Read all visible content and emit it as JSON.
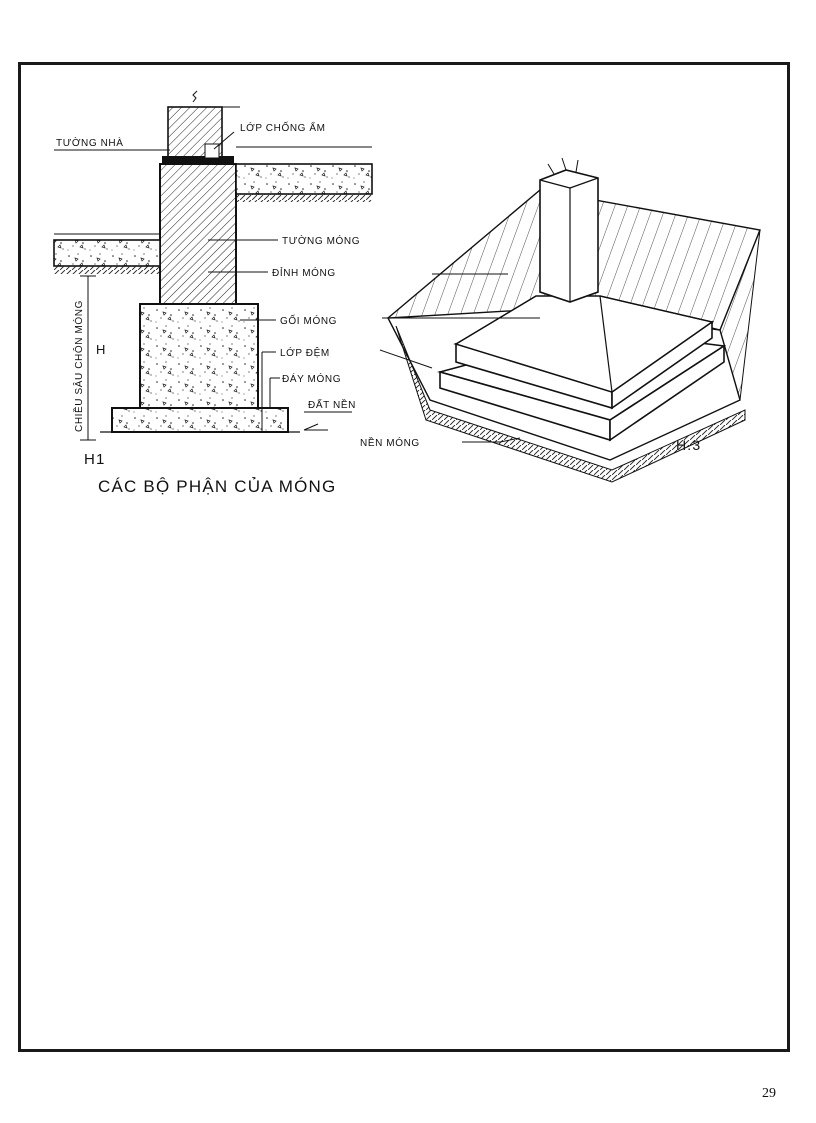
{
  "figure1": {
    "labels": {
      "house_wall": "TƯỜNG NHÀ",
      "damp_proof_layer": "LỚP CHỐNG ẨM",
      "foundation_wall": "TƯỜNG MÓNG",
      "foundation_top": "ĐỈNH MÓNG",
      "footing": "GỐI MÓNG",
      "bedding_layer": "LỚP ĐỆM",
      "foundation_bottom": "ĐÁY MÓNG",
      "ground": "ĐẤT NỀN",
      "depth": "CHIỀU SÂU CHÔN MÓNG",
      "depth_symbol": "H"
    },
    "fig_id": "H1",
    "caption": "CÁC BỘ PHẬN CỦA MÓNG"
  },
  "figure3": {
    "labels": {
      "foundation_base": "NỀN MÓNG"
    },
    "fig_id": "H.3"
  },
  "page_number": "29"
}
